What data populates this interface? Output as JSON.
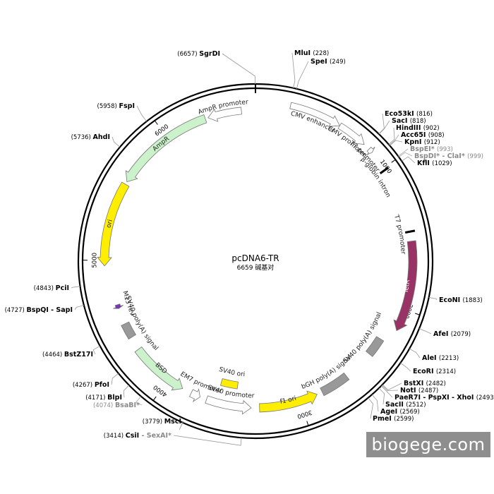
{
  "plasmid": {
    "name": "pcDNA6-TR",
    "size_text": "6659 碱基对",
    "length_bp": 6659
  },
  "ticks": [
    {
      "bp": 1000,
      "label": "1000"
    },
    {
      "bp": 2000,
      "label": "2000"
    },
    {
      "bp": 3000,
      "label": "3000"
    },
    {
      "bp": 4000,
      "label": "4000"
    },
    {
      "bp": 5000,
      "label": "5000"
    },
    {
      "bp": 6000,
      "label": "6000"
    }
  ],
  "sites": [
    {
      "id": "sgrdi",
      "name": "SgrDI",
      "pos": "(6657)",
      "bp": 6657,
      "side": "left",
      "gray": false
    },
    {
      "id": "mlui",
      "name": "MluI",
      "pos": "(228)",
      "bp": 228,
      "side": "right",
      "gray": false
    },
    {
      "id": "spei",
      "name": "SpeI",
      "pos": "(249)",
      "bp": 249,
      "side": "right",
      "gray": false
    },
    {
      "id": "eco53ki",
      "name": "Eco53kI",
      "pos": "(816)",
      "bp": 816,
      "side": "right",
      "gray": false
    },
    {
      "id": "saci",
      "name": "SacI",
      "pos": "(818)",
      "bp": 818,
      "side": "right",
      "gray": false
    },
    {
      "id": "hindiii",
      "name": "HindIII",
      "pos": "(902)",
      "bp": 902,
      "side": "right",
      "gray": false
    },
    {
      "id": "acc65i",
      "name": "Acc65I",
      "pos": "(908)",
      "bp": 908,
      "side": "right",
      "gray": false
    },
    {
      "id": "kpni",
      "name": "KpnI",
      "pos": "(912)",
      "bp": 912,
      "side": "right",
      "gray": false
    },
    {
      "id": "bspei",
      "name": "BspEI*",
      "pos": "(993)",
      "bp": 993,
      "side": "right",
      "gray": true
    },
    {
      "id": "bspdi-clai",
      "name": "BspDI* - ClaI*",
      "pos": "(999)",
      "bp": 999,
      "side": "right",
      "gray": true
    },
    {
      "id": "kfli",
      "name": "KflI",
      "pos": "(1029)",
      "bp": 1029,
      "side": "right",
      "gray": false
    },
    {
      "id": "econi",
      "name": "EcoNI",
      "pos": "(1883)",
      "bp": 1883,
      "side": "right",
      "gray": false
    },
    {
      "id": "afei",
      "name": "AfeI",
      "pos": "(2079)",
      "bp": 2079,
      "side": "right",
      "gray": false
    },
    {
      "id": "alei",
      "name": "AleI",
      "pos": "(2213)",
      "bp": 2213,
      "side": "right",
      "gray": false
    },
    {
      "id": "ecori",
      "name": "EcoRI",
      "pos": "(2314)",
      "bp": 2314,
      "side": "right",
      "gray": false
    },
    {
      "id": "bstxi",
      "name": "BstXI",
      "pos": "(2482)",
      "bp": 2482,
      "side": "right",
      "gray": false
    },
    {
      "id": "noti",
      "name": "NotI",
      "pos": "(2487)",
      "bp": 2487,
      "side": "right",
      "gray": false
    },
    {
      "id": "paer7i",
      "name": "PaeR7I - PspXI - XhoI",
      "pos": "(2493)",
      "bp": 2493,
      "side": "right",
      "gray": false
    },
    {
      "id": "sacii",
      "name": "SacII",
      "pos": "(2512)",
      "bp": 2512,
      "side": "right",
      "gray": false
    },
    {
      "id": "agei",
      "name": "AgeI",
      "pos": "(2569)",
      "bp": 2569,
      "side": "right",
      "gray": false
    },
    {
      "id": "pmei",
      "name": "PmeI",
      "pos": "(2599)",
      "bp": 2599,
      "side": "right",
      "gray": false
    },
    {
      "id": "csii",
      "name": "CsiI",
      "name2": "SexAI*",
      "pos": "(3414)",
      "bp": 3414,
      "side": "left",
      "gray": false
    },
    {
      "id": "msci",
      "name": "MscI",
      "pos": "(3779)",
      "bp": 3779,
      "side": "left",
      "gray": false
    },
    {
      "id": "bsabi",
      "name": "BsaBI*",
      "pos": "(4074)",
      "bp": 4074,
      "side": "left",
      "gray": true
    },
    {
      "id": "blpi",
      "name": "BlpI",
      "pos": "(4171)",
      "bp": 4171,
      "side": "left",
      "gray": false
    },
    {
      "id": "pfoi",
      "name": "PfoI",
      "pos": "(4267)",
      "bp": 4267,
      "side": "left",
      "gray": false
    },
    {
      "id": "bstz17i",
      "name": "BstZ17I",
      "pos": "(4464)",
      "bp": 4464,
      "side": "left",
      "gray": false
    },
    {
      "id": "bspqi-sapi",
      "name": "BspQI - SapI",
      "pos": "(4727)",
      "bp": 4727,
      "side": "left",
      "gray": false
    },
    {
      "id": "pcii",
      "name": "PciI",
      "pos": "(4843)",
      "bp": 4843,
      "side": "left",
      "gray": false
    },
    {
      "id": "ahdi",
      "name": "AhdI",
      "pos": "(5736)",
      "bp": 5736,
      "side": "left",
      "gray": false
    },
    {
      "id": "fspi",
      "name": "FspI",
      "pos": "(5958)",
      "bp": 5958,
      "side": "left",
      "gray": false
    }
  ],
  "features": [
    {
      "id": "cmv-enhancer",
      "label": "CMV enhancer",
      "color": "#ffffff"
    },
    {
      "id": "cmv-promoter",
      "label": "CMV promoter",
      "color": "#ffffff"
    },
    {
      "id": "t7-promoter-1",
      "label": "T7 promoter",
      "color": "#ffffff"
    },
    {
      "id": "beta-globin-intron",
      "label": "β-globin intron",
      "color": "#000000"
    },
    {
      "id": "t7-promoter-2",
      "label": "T7 promoter",
      "color": "#ffffff"
    },
    {
      "id": "tetr",
      "label": "TetR",
      "color": "#993366"
    },
    {
      "id": "sv40-polya-1",
      "label": "SV40 poly(A) signal",
      "color": "#999999"
    },
    {
      "id": "bgh-polya",
      "label": "bGH poly(A) signal",
      "color": "#999999"
    },
    {
      "id": "f1-ori",
      "label": "f1 ori",
      "color": "#ffee00"
    },
    {
      "id": "sv40-promoter",
      "label": "SV40 promoter",
      "color": "#ffffff"
    },
    {
      "id": "sv40-ori",
      "label": "SV40 ori",
      "color": "#ffee00"
    },
    {
      "id": "em7-promoter",
      "label": "EM7 promoter",
      "color": "#ffffff"
    },
    {
      "id": "bsd",
      "label": "BSD",
      "color": "#ccf2cc"
    },
    {
      "id": "sv40-polya-2",
      "label": "SV40 poly(A) signal",
      "color": "#999999"
    },
    {
      "id": "m13-rev",
      "label": "M13 rev",
      "color": "#7733bb"
    },
    {
      "id": "ori",
      "label": "ori",
      "color": "#ffee00"
    },
    {
      "id": "ampr",
      "label": "AmpR",
      "color": "#ccf2cc"
    },
    {
      "id": "ampr-promoter",
      "label": "AmpR promoter",
      "color": "#ffffff"
    }
  ],
  "watermark": "biogege.com"
}
